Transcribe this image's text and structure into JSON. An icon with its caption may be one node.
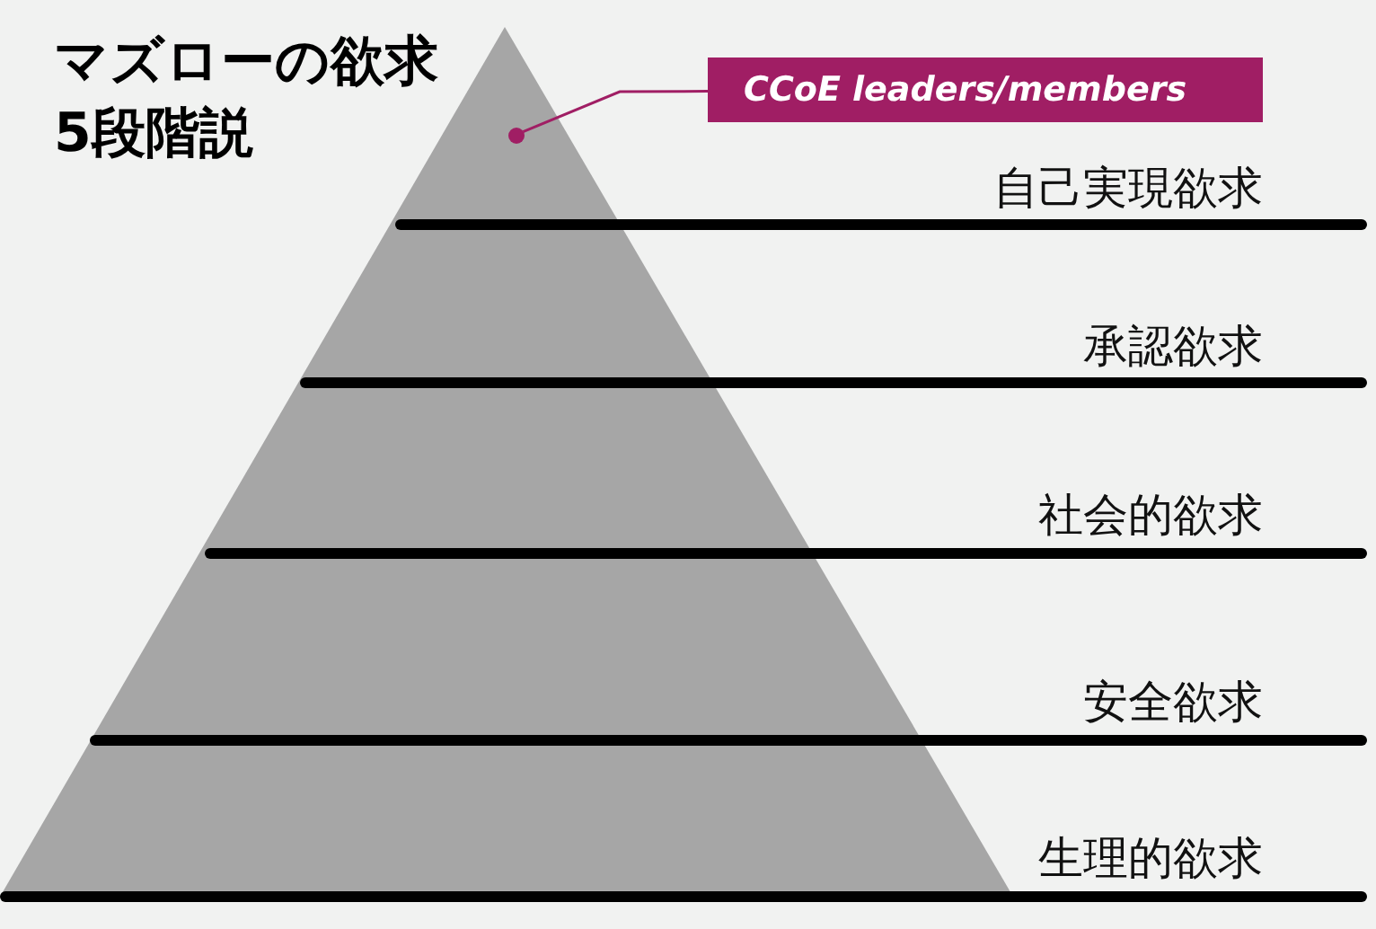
{
  "diagram": {
    "title": "マズローの欲求5段階説",
    "nodes": [
      {
        "text": [
          "CCoE leaders/members"
        ]
      },
      {
        "text": [],
        "shape": "circle"
      }
    ],
    "edges": [
      {
        "from": 0,
        "to": 1,
        "arrow": "none"
      }
    ],
    "labels": [
      "自己実現欲求",
      "承認欲求",
      "社会的欲求",
      "安全欲求",
      "生理的欲求"
    ]
  }
}
